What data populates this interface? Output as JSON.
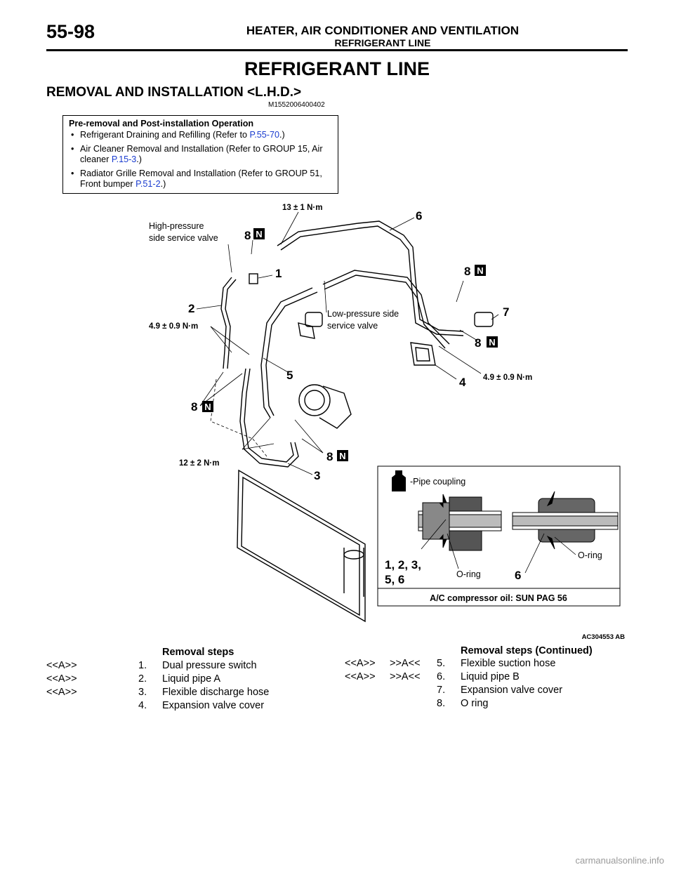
{
  "header": {
    "page_number": "55-98",
    "chapter": "HEATER, AIR CONDITIONER AND VENTILATION",
    "section": "REFRIGERANT LINE"
  },
  "title": "REFRIGERANT LINE",
  "subtitle": "REMOVAL AND INSTALLATION <L.H.D.>",
  "doc_code": "M1552006400402",
  "pre_removal": {
    "heading": "Pre-removal and Post-installation Operation",
    "items": [
      {
        "text": "Refrigerant Draining and Refilling (Refer to ",
        "ref": "P.55-70",
        "tail": ".)"
      },
      {
        "text": "Air Cleaner Removal and Installation (Refer to GROUP 15, Air cleaner ",
        "ref": "P.15-3",
        "tail": ".)"
      },
      {
        "text": "Radiator Grille Removal and Installation (Refer to GROUP 51, Front bumper ",
        "ref": "P.51-2",
        "tail": ".)"
      }
    ]
  },
  "diagram": {
    "torque_13": "13 ± 1 N·m",
    "torque_49a": "4.9 ± 0.9 N·m",
    "torque_49b": "4.9 ± 0.9 N·m",
    "torque_12": "12 ± 2 N·m",
    "label_hp": [
      "High-pressure",
      "side service valve"
    ],
    "label_lp": [
      "Low-pressure side",
      "service valve"
    ],
    "callouts": [
      "1",
      "2",
      "3",
      "4",
      "5",
      "6",
      "7",
      "8"
    ],
    "n_mark": "N",
    "inset": {
      "coupling": "-Pipe coupling",
      "oring_left": "O-ring",
      "oring_right": "O-ring",
      "parts_left": [
        "1, 2, 3,",
        "5, 6"
      ],
      "part_right": "6",
      "footer": "A/C compressor oil: SUN PAG 56"
    },
    "figure_id": "AC304553 AB"
  },
  "removal_steps": {
    "heading": "Removal steps",
    "heading_cont": "Removal steps (Continued)",
    "left": [
      {
        "mark": "<<A>>",
        "mark2": "",
        "num": "1.",
        "label": "Dual pressure switch"
      },
      {
        "mark": "<<A>>",
        "mark2": "",
        "num": "2.",
        "label": "Liquid pipe A"
      },
      {
        "mark": "<<A>>",
        "mark2": "",
        "num": "3.",
        "label": "Flexible discharge hose"
      },
      {
        "mark": "",
        "mark2": "",
        "num": "4.",
        "label": "Expansion valve cover"
      }
    ],
    "right": [
      {
        "mark": "<<A>>",
        "mark2": ">>A<<",
        "num": "5.",
        "label": "Flexible suction hose"
      },
      {
        "mark": "<<A>>",
        "mark2": ">>A<<",
        "num": "6.",
        "label": "Liquid pipe B"
      },
      {
        "mark": "",
        "mark2": "",
        "num": "7.",
        "label": "Expansion valve cover"
      },
      {
        "mark": "",
        "mark2": "",
        "num": "8.",
        "label": "O ring"
      }
    ]
  },
  "watermark": "carmanualsonline.info",
  "colors": {
    "link": "#1a3ccf",
    "watermark": "#9a9a9a"
  }
}
